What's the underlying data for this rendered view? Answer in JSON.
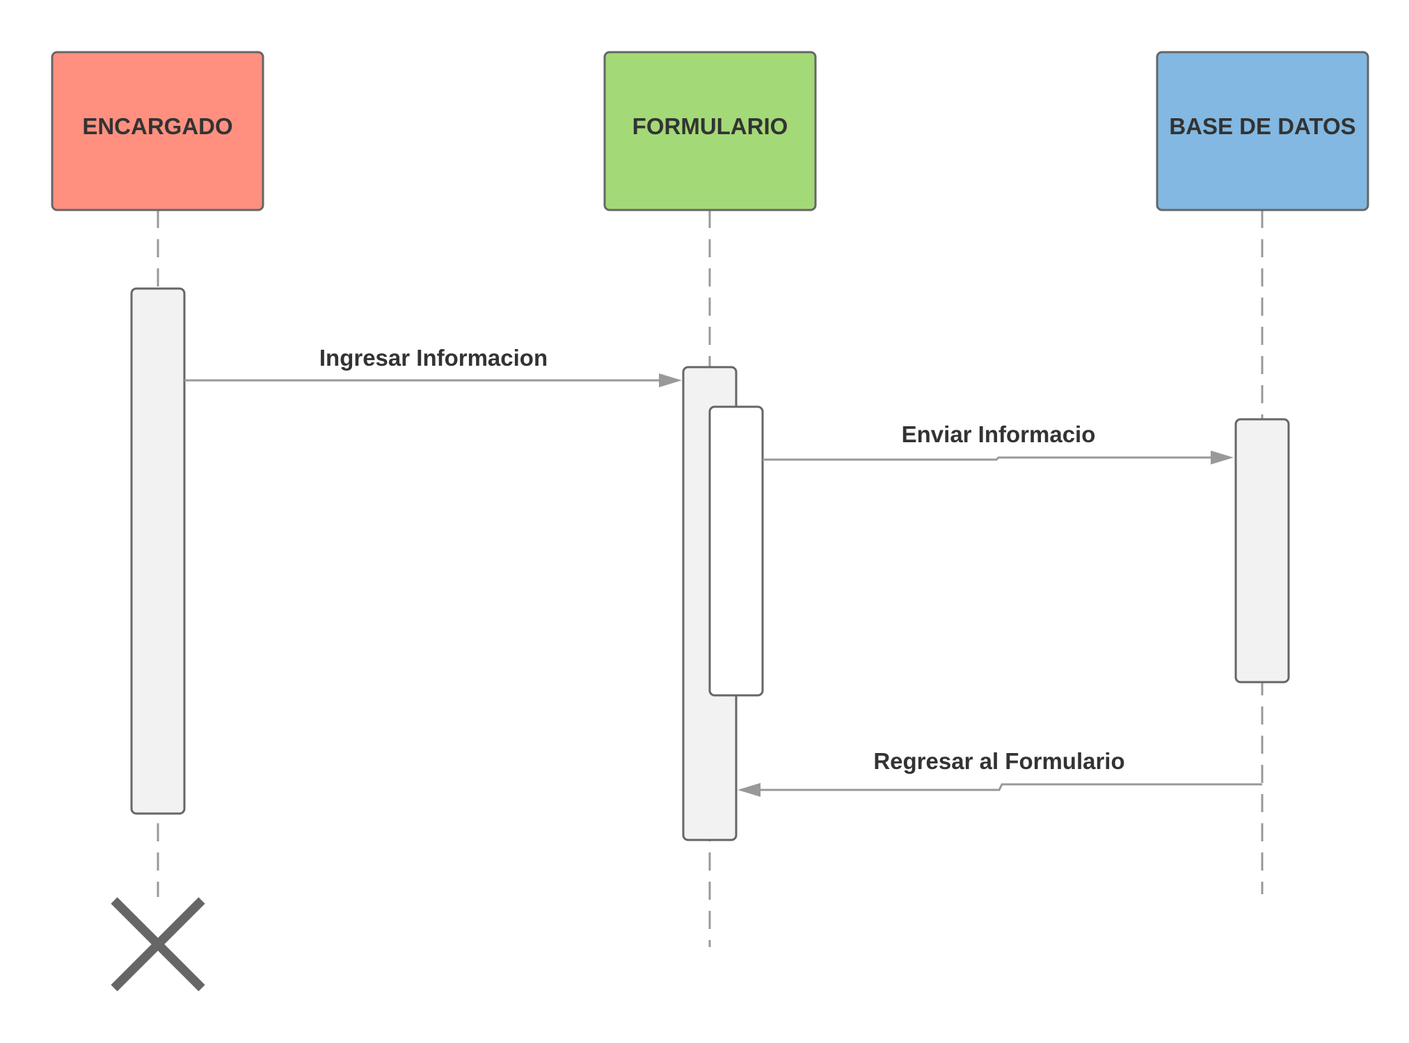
{
  "participants": [
    {
      "id": "encargado",
      "label": "ENCARGADO",
      "color": "#FF9080"
    },
    {
      "id": "formulario",
      "label": "FORMULARIO",
      "color": "#A3D977"
    },
    {
      "id": "base_datos",
      "label": "BASE DE DATOS",
      "color": "#82B8E1"
    }
  ],
  "messages": [
    {
      "label": "Ingresar Informacion",
      "from": "ENCARGADO",
      "to": "FORMULARIO"
    },
    {
      "label": "Enviar Informacio",
      "from": "FORMULARIO",
      "to": "BASE DE DATOS"
    },
    {
      "label": "Regresar al Formulario",
      "from": "BASE DE DATOS",
      "to": "FORMULARIO"
    }
  ],
  "termination": {
    "participant": "ENCARGADO",
    "icon": "destroy-x-icon"
  },
  "colors": {
    "outline": "#666666",
    "lifeline": "#999999",
    "activation_fill": "#F2F2F2",
    "text": "#333333"
  }
}
